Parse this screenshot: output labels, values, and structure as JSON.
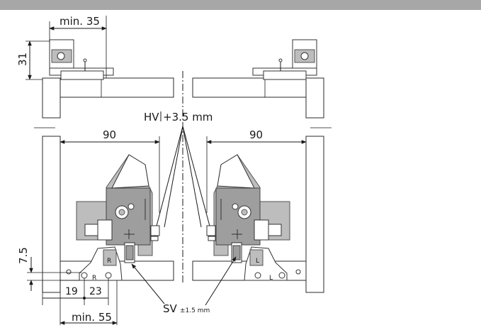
{
  "labels": {
    "min35": "min. 35",
    "dim31": "31",
    "hv": "HV",
    "hv_value": "+3.5 mm",
    "dim90_left": "90",
    "dim90_right": "90",
    "dim7_5": "7.5",
    "dim19": "19",
    "dim23": "23",
    "min55": "min. 55",
    "sv": "SV",
    "sv_tol": "±1.5 mm",
    "mark_r": "R",
    "mark_l": "L"
  },
  "colors": {
    "header": "#a7a7a7",
    "mechanism_gray": "#bdbdbd",
    "line": "#1a1a1a"
  }
}
